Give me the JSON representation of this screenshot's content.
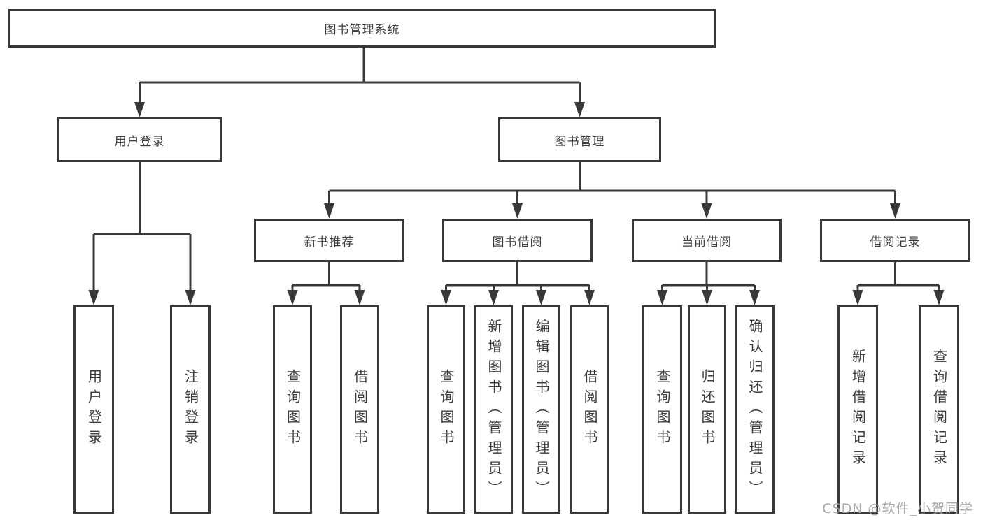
{
  "diagram": {
    "type": "hierarchy-tree",
    "nodes": {
      "root": {
        "label": "图书管理系统"
      },
      "user_login": {
        "label": "用户登录"
      },
      "book_mgmt": {
        "label": "图书管理"
      },
      "new_book_rec": {
        "label": "新书推荐"
      },
      "book_borrow": {
        "label": "图书借阅"
      },
      "current_borrow": {
        "label": "当前借阅"
      },
      "borrow_records": {
        "label": "借阅记录"
      },
      "leaf_user_login": {
        "label": "用户登录"
      },
      "leaf_logout": {
        "label": "注销登录"
      },
      "nb_query_book": {
        "label": "查询图书"
      },
      "nb_borrow_book": {
        "label": "借阅图书"
      },
      "bb_query_book": {
        "label": "查询图书"
      },
      "bb_add_book": {
        "label": "新增图书（管理员）"
      },
      "bb_edit_book": {
        "label": "编辑图书（管理员）"
      },
      "bb_borrow_book": {
        "label": "借阅图书"
      },
      "cb_query_book": {
        "label": "查询图书"
      },
      "cb_return_book": {
        "label": "归还图书"
      },
      "cb_confirm_return": {
        "label": "确认归还（管理员）"
      },
      "br_add_record": {
        "label": "新增借阅记录"
      },
      "br_query_record": {
        "label": "查询借阅记录"
      }
    },
    "edges": [
      [
        "root",
        "user_login"
      ],
      [
        "root",
        "book_mgmt"
      ],
      [
        "user_login",
        "leaf_user_login"
      ],
      [
        "user_login",
        "leaf_logout"
      ],
      [
        "book_mgmt",
        "new_book_rec"
      ],
      [
        "book_mgmt",
        "book_borrow"
      ],
      [
        "book_mgmt",
        "current_borrow"
      ],
      [
        "book_mgmt",
        "borrow_records"
      ],
      [
        "new_book_rec",
        "nb_query_book"
      ],
      [
        "new_book_rec",
        "nb_borrow_book"
      ],
      [
        "book_borrow",
        "bb_query_book"
      ],
      [
        "book_borrow",
        "bb_add_book"
      ],
      [
        "book_borrow",
        "bb_edit_book"
      ],
      [
        "book_borrow",
        "bb_borrow_book"
      ],
      [
        "current_borrow",
        "cb_query_book"
      ],
      [
        "current_borrow",
        "cb_return_book"
      ],
      [
        "current_borrow",
        "cb_confirm_return"
      ],
      [
        "borrow_records",
        "br_add_record"
      ],
      [
        "borrow_records",
        "br_query_record"
      ]
    ],
    "colors": {
      "line": "#383838",
      "border": "#383838",
      "text": "#3c3c3c",
      "box_fill": "#ffffff",
      "background": "#ffffff",
      "watermark": "#a4a4a4"
    }
  },
  "watermark": {
    "text": "CSDN @软件_小贺同学"
  }
}
